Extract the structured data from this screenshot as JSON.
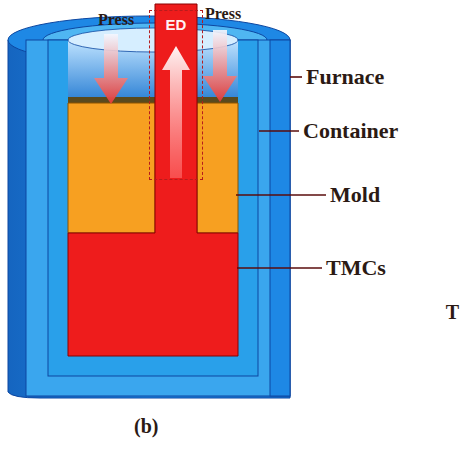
{
  "diagram": {
    "caption": "(b)",
    "nodes": [
      {
        "text": [
          "ED"
        ]
      }
    ],
    "labels": [
      "Press",
      "Press",
      "Furnace",
      "Container",
      "Mold",
      "TMCs",
      "T"
    ]
  }
}
